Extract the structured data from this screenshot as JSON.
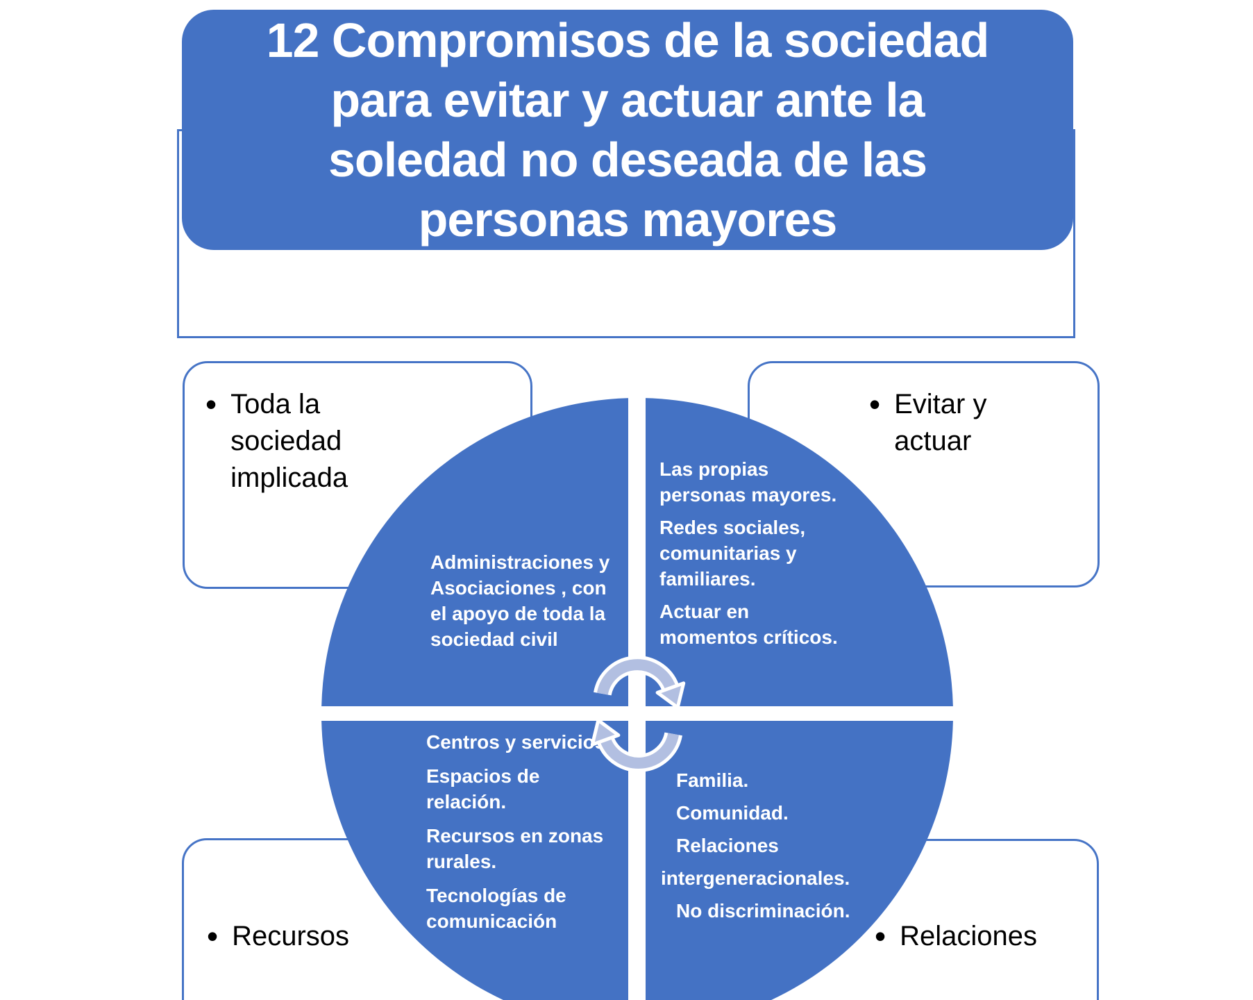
{
  "colors": {
    "primary_blue": "#4472C4",
    "border_blue": "#4674C6",
    "arrow_fill": "#B2BFE1",
    "arrow_outline": "#FFFFFF",
    "text_light": "#FFFFFF",
    "text_dark": "#000000",
    "background": "#FFFFFF"
  },
  "title": {
    "lines": [
      "12 Compromisos de la sociedad",
      "para evitar y actuar ante la",
      "soledad no deseada de las",
      "personas mayores"
    ]
  },
  "corner_boxes": {
    "top_left": {
      "bullet": "•",
      "label": "Toda la\nsociedad\nimplicada"
    },
    "top_right": {
      "bullet": "•",
      "label": "Evitar y\nactuar"
    },
    "bottom_left": {
      "bullet": "•",
      "label": "Recursos"
    },
    "bottom_right": {
      "bullet": "•",
      "label": "Relaciones"
    }
  },
  "circle_quadrants": {
    "top_left": {
      "lines": [
        "Administraciones y",
        "Asociaciones , con",
        "el apoyo de toda la",
        "sociedad civil"
      ]
    },
    "top_right": {
      "lines": [
        "Las propias",
        "personas mayores.",
        "Redes sociales,",
        "comunitarias y",
        "familiares.",
        "Actuar en",
        "momentos críticos."
      ]
    },
    "bottom_left": {
      "lines": [
        "Centros y servicios.",
        "Espacios de",
        "relación.",
        "Recursos en zonas",
        "rurales.",
        "Tecnologías de",
        "comunicación"
      ]
    },
    "bottom_right": {
      "lines": [
        "Familia.",
        "Comunidad.",
        "Relaciones",
        "intergeneracionales.",
        "No discriminación."
      ]
    }
  },
  "center_icon": "cycle-arrows"
}
